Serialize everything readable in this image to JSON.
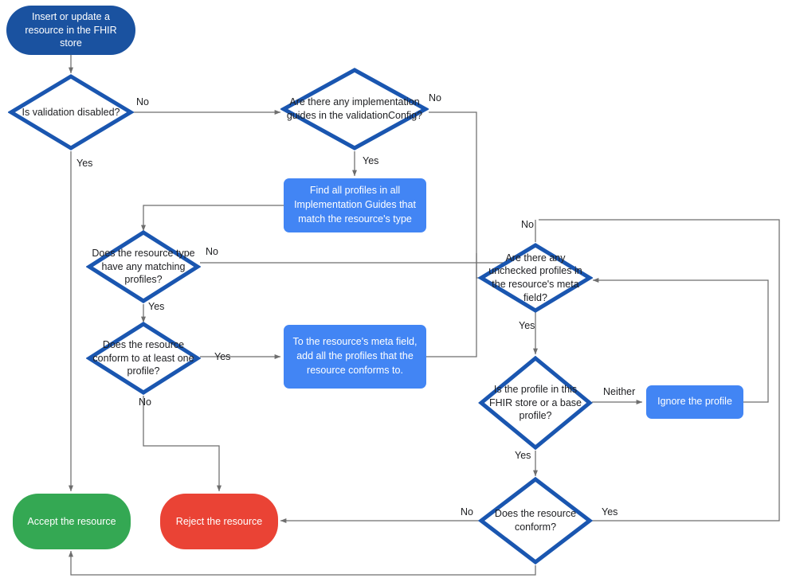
{
  "diagram": {
    "title": "FHIR store resource validation flow",
    "colors": {
      "start_fill": "#1A52A0",
      "process_fill": "#4285F4",
      "accept_fill": "#34A853",
      "reject_fill": "#EA4335",
      "decision_stroke": "#1A56B0",
      "connector": "#6E6E6E",
      "text_dark": "#202124",
      "text_light": "#FFFFFF",
      "background": "#FFFFFF"
    },
    "nodes": [
      {
        "id": "start",
        "type": "terminal",
        "label": "Insert or update a resource in the FHIR store"
      },
      {
        "id": "validation",
        "type": "decision",
        "label": "Is validation disabled?"
      },
      {
        "id": "guides",
        "type": "decision",
        "label": "Are there any implementation guides in the validationConfig?"
      },
      {
        "id": "find_profiles",
        "type": "process",
        "label": "Find all profiles in all Implementation Guides that match the resource's type"
      },
      {
        "id": "matching",
        "type": "decision",
        "label": "Does the resource type have any matching profiles?"
      },
      {
        "id": "conform_one",
        "type": "decision",
        "label": "Does the resource conform to at least one profile?"
      },
      {
        "id": "add_meta",
        "type": "process",
        "label": "To the resource's meta field, add all the profiles that the resource conforms to."
      },
      {
        "id": "unchecked",
        "type": "decision",
        "label": "Are there any unchecked profiles in the resource's meta field?"
      },
      {
        "id": "base_profile",
        "type": "decision",
        "label": "Is the profile in this FHIR store or a base profile?"
      },
      {
        "id": "ignore",
        "type": "process",
        "label": "Ignore the profile"
      },
      {
        "id": "conform",
        "type": "decision",
        "label": "Does the resource conform?"
      },
      {
        "id": "accept",
        "type": "terminal",
        "label": "Accept the resource"
      },
      {
        "id": "reject",
        "type": "terminal",
        "label": "Reject the resource"
      }
    ],
    "edges": [
      {
        "from": "start",
        "to": "validation",
        "label": ""
      },
      {
        "from": "validation",
        "to": "guides",
        "label": "No"
      },
      {
        "from": "validation",
        "to": "accept",
        "label": "Yes"
      },
      {
        "from": "guides",
        "to": "find_profiles",
        "label": "Yes"
      },
      {
        "from": "guides",
        "to": "unchecked",
        "label": "No"
      },
      {
        "from": "find_profiles",
        "to": "matching",
        "label": ""
      },
      {
        "from": "matching",
        "to": "conform_one",
        "label": "Yes"
      },
      {
        "from": "matching",
        "to": "unchecked",
        "label": "No"
      },
      {
        "from": "conform_one",
        "to": "add_meta",
        "label": "Yes"
      },
      {
        "from": "conform_one",
        "to": "reject",
        "label": "No"
      },
      {
        "from": "add_meta",
        "to": "unchecked",
        "label": ""
      },
      {
        "from": "unchecked",
        "to": "base_profile",
        "label": "Yes"
      },
      {
        "from": "unchecked",
        "to": "accept",
        "label": "No"
      },
      {
        "from": "base_profile",
        "to": "ignore",
        "label": "Neither"
      },
      {
        "from": "base_profile",
        "to": "conform",
        "label": "Yes"
      },
      {
        "from": "ignore",
        "to": "unchecked",
        "label": ""
      },
      {
        "from": "conform",
        "to": "reject",
        "label": "No"
      },
      {
        "from": "conform",
        "to": "unchecked",
        "label": "Yes"
      }
    ],
    "edge_labels": {
      "validation_no": "No",
      "validation_yes": "Yes",
      "guides_no": "No",
      "guides_yes": "Yes",
      "matching_no": "No",
      "matching_yes": "Yes",
      "conform_one_yes": "Yes",
      "conform_one_no": "No",
      "unchecked_no": "No",
      "unchecked_yes": "Yes",
      "base_neither": "Neither",
      "base_yes": "Yes",
      "conform_no": "No",
      "conform_yes": "Yes"
    }
  }
}
